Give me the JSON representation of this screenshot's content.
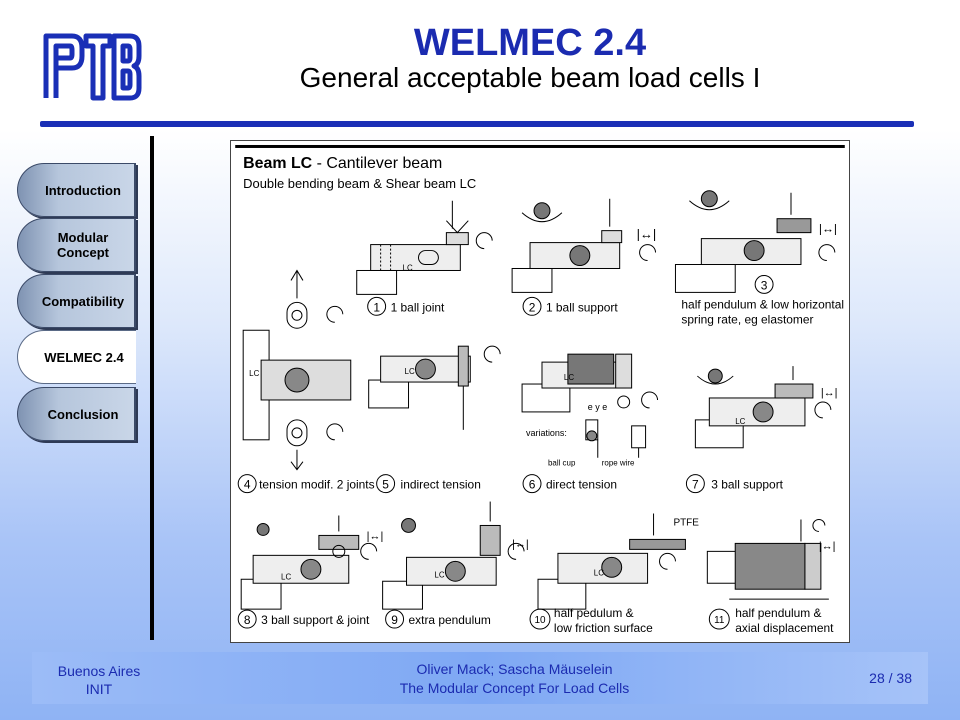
{
  "header": {
    "title": "WELMEC 2.4",
    "subtitle": "General acceptable beam load cells I",
    "logo_text": "PTB"
  },
  "nav": {
    "items": [
      {
        "label": "Introduction",
        "active": false
      },
      {
        "label": "Modular Concept",
        "active": false
      },
      {
        "label": "Compatibility",
        "active": false
      },
      {
        "label": "WELMEC 2.4",
        "active": true
      },
      {
        "label": "Conclusion",
        "active": false
      }
    ]
  },
  "figure": {
    "heading_bold": "Beam LC",
    "heading_rest": " - Cantilever beam",
    "subheading": "Double bending beam &  Shear beam  LC",
    "arrow_symbol": "|↔|",
    "lc_label": "LC",
    "eye_label": "e y e",
    "variations_label": "variations:",
    "ball_cup_label": "ball cup",
    "rope_wire_label": "rope wire",
    "ptfe_label": "PTFE",
    "captions": [
      {
        "num": "1",
        "text": "1 ball joint"
      },
      {
        "num": "2",
        "text": "1 ball support"
      },
      {
        "num": "3",
        "text": "half pendulum & low horizontal",
        "text2": "spring rate,  eg elastomer"
      },
      {
        "num": "4",
        "text": "tension modif. 2 joints"
      },
      {
        "num": "5",
        "text": "indirect tension"
      },
      {
        "num": "6",
        "text": "direct tension"
      },
      {
        "num": "7",
        "text": "3 ball support"
      },
      {
        "num": "8",
        "text": "3 ball support & joint"
      },
      {
        "num": "9",
        "text": "extra pendulum"
      },
      {
        "num": "10",
        "text": "half pedulum &",
        "text2": "low friction surface"
      },
      {
        "num": "11",
        "text": "half pendulum &",
        "text2": "axial displacement"
      }
    ]
  },
  "footer": {
    "location_line1": "Buenos Aires",
    "location_line2": "INIT",
    "authors": "Oliver Mack; Sascha Mäuselein",
    "talk_title": "The Modular Concept For Load Cells",
    "page_current": "28",
    "page_total": "38",
    "page_separator": " / "
  }
}
